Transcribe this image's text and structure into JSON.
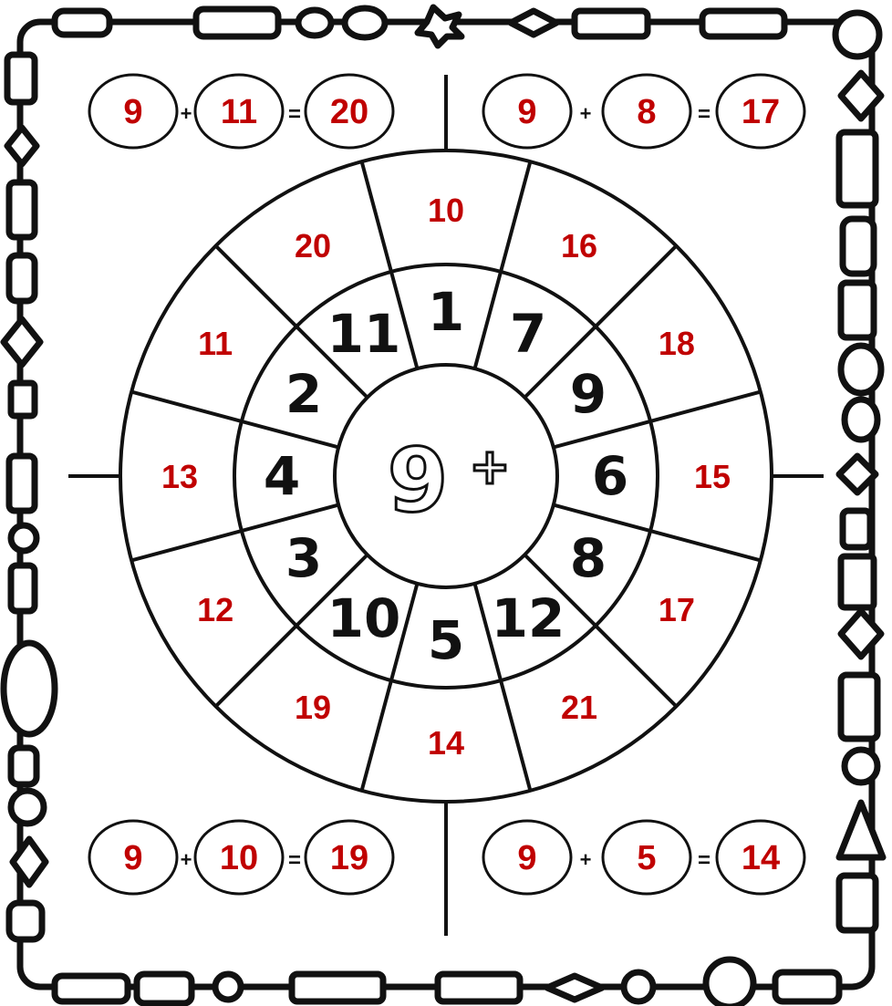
{
  "colors": {
    "answer_red": "#c00000",
    "ink": "#111111"
  },
  "equations": {
    "top_left": {
      "a": "9",
      "b": "11",
      "sum": "20",
      "plus": "+",
      "equals": "="
    },
    "top_right": {
      "a": "9",
      "b": "8",
      "sum": "17",
      "plus": "+",
      "equals": "="
    },
    "bottom_left": {
      "a": "9",
      "b": "10",
      "sum": "19",
      "plus": "+",
      "equals": "="
    },
    "bottom_right": {
      "a": "9",
      "b": "5",
      "sum": "14",
      "plus": "+",
      "equals": "="
    }
  },
  "wheel": {
    "center_number": "9",
    "center_symbol": "+",
    "inner_numbers": [
      "1",
      "7",
      "9",
      "6",
      "8",
      "12",
      "5",
      "10",
      "3",
      "4",
      "2",
      "11"
    ],
    "outer_answers": [
      "10",
      "16",
      "18",
      "15",
      "17",
      "21",
      "14",
      "19",
      "12",
      "13",
      "11",
      "20"
    ]
  },
  "decor": {
    "border_icon": "doodle-bead-border"
  }
}
